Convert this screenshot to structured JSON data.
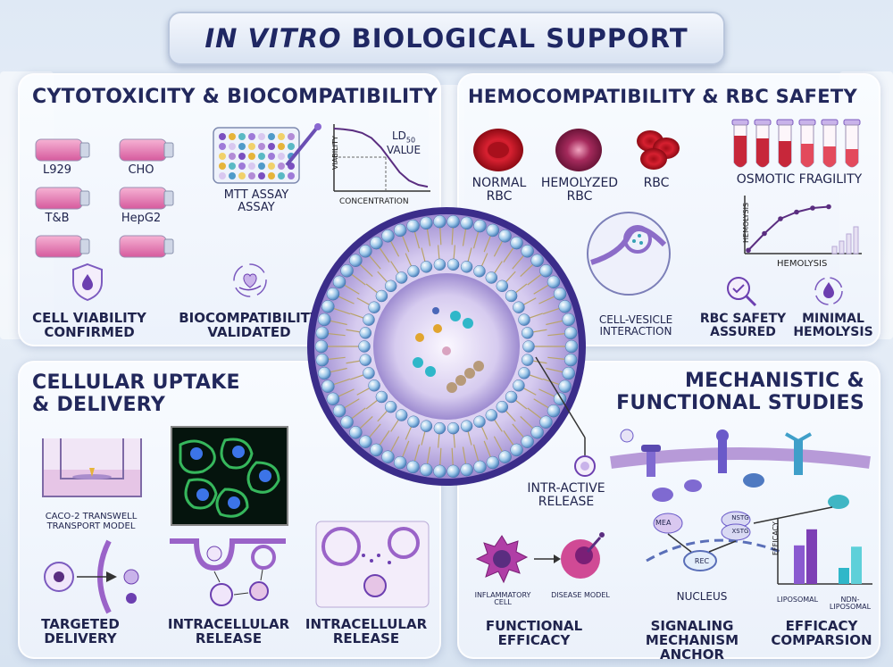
{
  "header": {
    "title_italic": "IN VITRO",
    "title_rest": "BIOLOGICAL SUPPORT"
  },
  "cytotoxicity": {
    "title": "CYTOTOXICITY & BIOCOMPATIBILITY",
    "cell_lines": [
      "L929",
      "CHO",
      "T&B",
      "HepG2"
    ],
    "mtt_label_1": "MTT ASSAY",
    "mtt_label_2": "ASSAY",
    "chart": {
      "ylabel": "VIABILITY",
      "xlabel": "CONCENTRATION",
      "ld_line1": "LD",
      "ld_sub": "50",
      "ld_line2": "VALUE"
    },
    "viability_1": "CELL VIABILITY",
    "viability_2": "CONFIRMED",
    "biocompat_1": "BIOCOMPATIBILITY",
    "biocompat_2": "VALIDATED"
  },
  "hemo": {
    "title": "HEMOCOMPATIBILITY & RBC SAFETY",
    "normal_1": "NORMAL",
    "normal_2": "RBC",
    "hemolyzed_1": "HEMOLYZED",
    "hemolyzed_2": "RBC",
    "rbc": "RBC",
    "osmotic": "OSMOTIC FRAGILITY",
    "chart": {
      "ylabel": "HEMOLYSIS",
      "xlabel": "HEMOLYSIS"
    },
    "interaction_1": "CELL-VESICLE",
    "interaction_2": "INTERACTION",
    "safety_1": "RBC SAFETY",
    "safety_2": "ASSURED",
    "minimal_1": "MINIMAL",
    "minimal_2": "HEMOLYSIS"
  },
  "uptake": {
    "title_1": "CELLULAR UPTAKE",
    "title_2": "& DELIVERY",
    "transwell_1": "CACO-2 TRANSWELL",
    "transwell_2": "TRANSPORT MODEL",
    "targeted_1": "TARGETED",
    "targeted_2": "DELIVERY",
    "intra1_1": "INTRACELLULAR",
    "intra1_2": "RELEASE",
    "intra2_1": "INTRACELLULAR",
    "intra2_2": "RELEASE"
  },
  "center": {
    "release_1": "INTR-ACTIVE",
    "release_2": "RELEASE"
  },
  "mechanistic": {
    "title_1": "MECHANISTIC &",
    "title_2": "FUNCTIONAL STUDIES",
    "mea": "MEA",
    "nstg": "NSTG",
    "xstg": "XSTG",
    "rec": "REC",
    "nucleus": "NUCLEUS",
    "inflammatory_1": "INFLAMMATORY",
    "inflammatory_2": "CELL",
    "disease": "DISEASE MODEL",
    "functional_1": "FUNCTIONAL",
    "functional_2": "EFFICACY",
    "signaling_1": "SIGNALING",
    "signaling_2": "MECHANISM ANCHOR",
    "efficacy_1": "EFFICACY",
    "efficacy_2": "COMPARSION",
    "chart": {
      "ylabel": "EFFICACY",
      "group_1": "LIPOSOMAL",
      "group_2_line1": "NDN-",
      "group_2_line2": "LIPOSOMAL"
    }
  },
  "chart_data": [
    {
      "type": "line",
      "title": "",
      "xlabel": "CONCENTRATION",
      "ylabel": "VIABILITY",
      "annotation": "LD50 VALUE",
      "x": [
        0,
        1,
        2,
        3,
        4,
        5,
        6,
        7,
        8,
        9,
        10
      ],
      "y": [
        100,
        99,
        97,
        93,
        85,
        70,
        50,
        30,
        17,
        10,
        7
      ],
      "grid": false
    },
    {
      "type": "line",
      "title": "",
      "xlabel": "HEMOLYSIS",
      "ylabel": "HEMOLYSIS",
      "x": [
        0,
        1,
        2,
        3,
        4,
        5
      ],
      "y": [
        5,
        30,
        52,
        62,
        68,
        70
      ],
      "grid": false
    },
    {
      "type": "bar",
      "title": "",
      "xlabel": "",
      "ylabel": "EFFICACY",
      "categories": [
        "LIPOSOMAL",
        "NDN-LIPOSOMAL"
      ],
      "series": [
        {
          "values": [
            60,
            25
          ]
        },
        {
          "values": [
            85,
            58
          ]
        }
      ],
      "ylim": [
        0,
        100
      ]
    }
  ]
}
